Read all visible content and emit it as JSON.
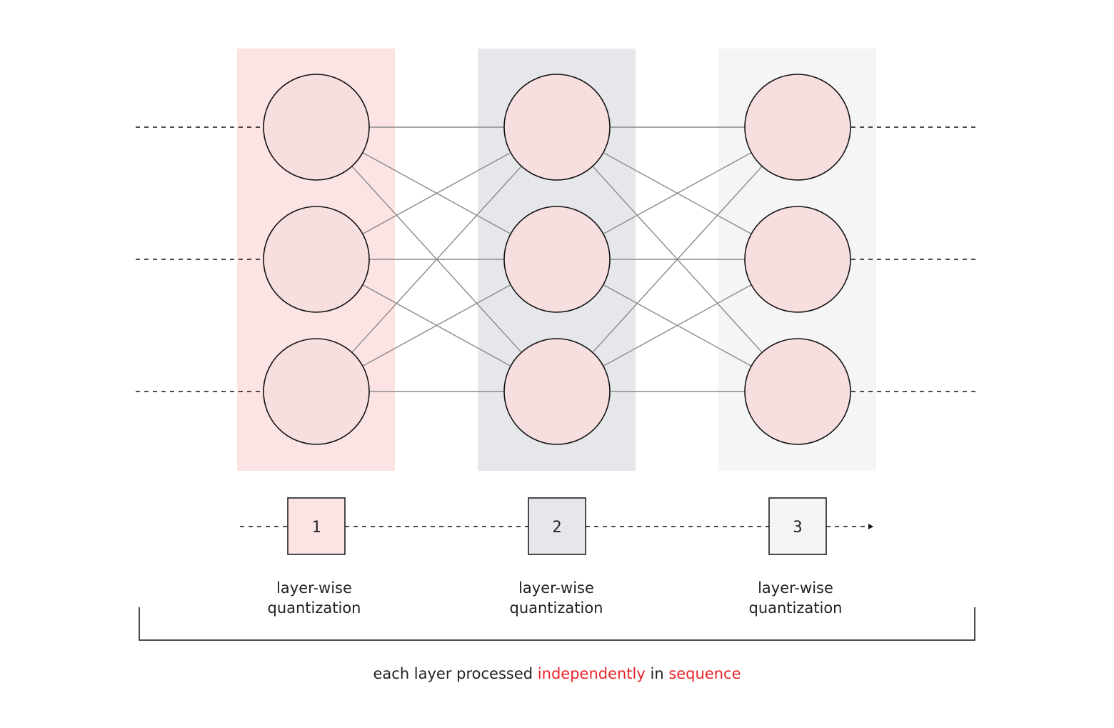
{
  "colors": {
    "layer_bg": [
      "#fce3e4",
      "#e6e7ea",
      "#f4f5f4"
    ],
    "neuron_fill": "#f7dedf",
    "neuron_stroke": "#111111",
    "connection": "#8a8a8a",
    "highlight": "#e8242a"
  },
  "layers": [
    {
      "neurons": 3
    },
    {
      "neurons": 3
    },
    {
      "neurons": 3
    }
  ],
  "steps": [
    {
      "number": "1",
      "label_line1": "layer-wise",
      "label_line2": "quantization"
    },
    {
      "number": "2",
      "label_line1": "layer-wise",
      "label_line2": "quantization"
    },
    {
      "number": "3",
      "label_line1": "layer-wise",
      "label_line2": "quantization"
    }
  ],
  "caption": {
    "part1": "each layer processed ",
    "highlight1": "independently",
    "part2": " in ",
    "highlight2": "sequence"
  }
}
